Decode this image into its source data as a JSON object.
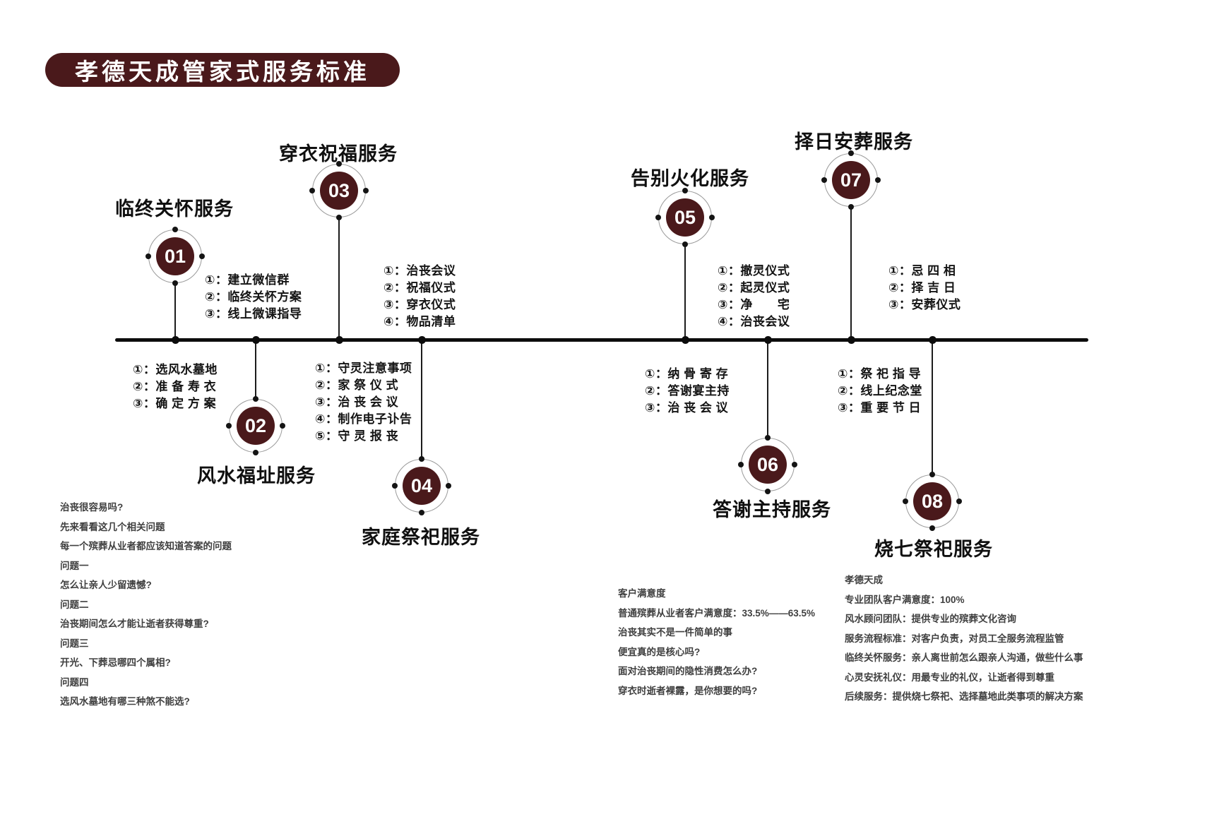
{
  "theme": {
    "accent": "#4a191b",
    "line_color": "#0c0c0c",
    "title_text_color": "#101010",
    "muted_text_color": "#3f3f3f"
  },
  "banner": {
    "title": "孝德天成管家式服务标准"
  },
  "stages": [
    {
      "num": "01",
      "title": "临终关怀服务",
      "position": "above",
      "items": [
        "①：建立微信群",
        "②：临终关怀方案",
        "③：线上微课指导"
      ]
    },
    {
      "num": "02",
      "title": "风水福址服务",
      "position": "below",
      "items": [
        "①：选风水墓地",
        "②：准 备 寿 衣",
        "③：确 定 方 案"
      ]
    },
    {
      "num": "03",
      "title": "穿衣祝福服务",
      "position": "above",
      "items": [
        "①：治丧会议",
        "②：祝福仪式",
        "③：穿衣仪式",
        "④：物品清单"
      ]
    },
    {
      "num": "04",
      "title": "家庭祭祀服务",
      "position": "below",
      "items": [
        "①：守灵注意事项",
        "②：家 祭 仪 式",
        "③：治 丧 会 议",
        "④：制作电子讣告",
        "⑤：守 灵 报 丧"
      ]
    },
    {
      "num": "05",
      "title": "告别火化服务",
      "position": "above",
      "items": [
        "①：撤灵仪式",
        "②：起灵仪式",
        "③：净　　宅",
        "④：治丧会议"
      ]
    },
    {
      "num": "06",
      "title": "答谢主持服务",
      "position": "below",
      "items": [
        "①：纳 骨 寄 存",
        "②：答谢宴主持",
        "③：治 丧 会 议"
      ]
    },
    {
      "num": "07",
      "title": "择日安葬服务",
      "position": "above",
      "items": [
        "①：忌 四 相",
        "②：择 吉 日",
        "③：安葬仪式"
      ]
    },
    {
      "num": "08",
      "title": "烧七祭祀服务",
      "position": "below",
      "items": [
        "①：祭 祀 指 导",
        "②：线上纪念堂",
        "③：重 要 节 日"
      ]
    }
  ],
  "bottom_left": {
    "lines": [
      "治丧很容易吗?",
      "先来看看这几个相关问题",
      "每一个殡葬从业者都应该知道答案的问题",
      "问题一",
      "怎么让亲人少留遗憾?",
      "问题二",
      "治丧期间怎么才能让逝者获得尊重?",
      "问题三",
      "开光、下葬忌哪四个属相?",
      "问题四",
      "选风水墓地有哪三种煞不能选?"
    ]
  },
  "bottom_middle": {
    "lines": [
      "客户满意度",
      "普通殡葬从业者客户满意度：33.5%——63.5%",
      "治丧其实不是一件简单的事",
      "便宜真的是核心吗?",
      "面对治丧期间的隐性消费怎么办?",
      "穿衣时逝者裸露，是你想要的吗?"
    ]
  },
  "bottom_right": {
    "lines": [
      "孝德天成",
      "专业团队客户满意度：100%",
      "风水顾问团队：提供专业的殡葬文化咨询",
      "服务流程标准：对客户负责，对员工全服务流程监管",
      "临终关怀服务：亲人离世前怎么跟亲人沟通，做些什么事",
      "心灵安抚礼仪：用最专业的礼仪，让逝者得到尊重",
      "后续服务：提供烧七祭祀、选择墓地此类事项的解决方案"
    ]
  }
}
